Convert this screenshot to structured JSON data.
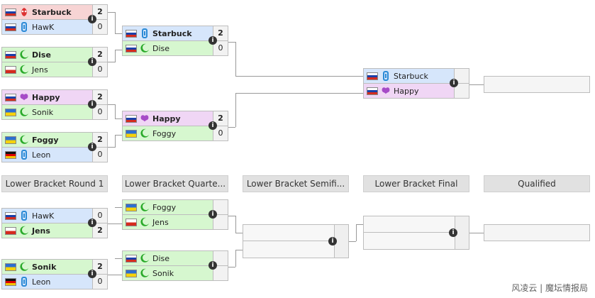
{
  "headers": [
    "Lower Bracket Round 1",
    "Lower Bracket Quarte...",
    "Lower Bracket Semifi...",
    "Lower Bracket Final",
    "Qualified"
  ],
  "colors": {
    "zerg": "#f7d4d4",
    "terran": "#d6e6fb",
    "protoss": "#f0d6f5",
    "zerg2": "#d6f7cf"
  },
  "matches": {
    "u1": [
      {
        "name": "Starbuck",
        "score": "2",
        "flag": "ru",
        "race": "zerg"
      },
      {
        "name": "HawK",
        "score": "0",
        "flag": "ru",
        "race": "terran"
      }
    ],
    "u2": [
      {
        "name": "Dise",
        "score": "2",
        "flag": "ru",
        "race": "zerg2"
      },
      {
        "name": "Jens",
        "score": "0",
        "flag": "cl",
        "race": "zerg2"
      }
    ],
    "u3": [
      {
        "name": "Happy",
        "score": "2",
        "flag": "ru",
        "race": "protoss"
      },
      {
        "name": "Sonik",
        "score": "0",
        "flag": "ua",
        "race": "zerg2"
      }
    ],
    "u4": [
      {
        "name": "Foggy",
        "score": "2",
        "flag": "ua",
        "race": "zerg2"
      },
      {
        "name": "Leon",
        "score": "0",
        "flag": "de",
        "race": "terran"
      }
    ],
    "u5": [
      {
        "name": "Starbuck",
        "score": "2",
        "flag": "ru",
        "race": "terran"
      },
      {
        "name": "Dise",
        "score": "0",
        "flag": "ru",
        "race": "zerg2"
      }
    ],
    "u6": [
      {
        "name": "Happy",
        "score": "2",
        "flag": "ru",
        "race": "protoss"
      },
      {
        "name": "Foggy",
        "score": "0",
        "flag": "ua",
        "race": "zerg2"
      }
    ],
    "u7": [
      {
        "name": "Starbuck",
        "score": "",
        "flag": "si",
        "race": "terran"
      },
      {
        "name": "Happy",
        "score": "",
        "flag": "ru",
        "race": "protoss"
      }
    ],
    "l1": [
      {
        "name": "HawK",
        "score": "0",
        "flag": "ru",
        "race": "terran"
      },
      {
        "name": "Jens",
        "score": "2",
        "flag": "cl",
        "race": "zerg2"
      }
    ],
    "l2": [
      {
        "name": "Sonik",
        "score": "2",
        "flag": "ua",
        "race": "zerg2"
      },
      {
        "name": "Leon",
        "score": "0",
        "flag": "de",
        "race": "terran"
      }
    ],
    "l3": [
      {
        "name": "Foggy",
        "score": "",
        "flag": "ua",
        "race": "zerg2"
      },
      {
        "name": "Jens",
        "score": "",
        "flag": "cl",
        "race": "zerg2"
      }
    ],
    "l4": [
      {
        "name": "Dise",
        "score": "",
        "flag": "ru",
        "race": "zerg2"
      },
      {
        "name": "Sonik",
        "score": "",
        "flag": "ua",
        "race": "zerg2"
      }
    ]
  },
  "info_glyph": "i",
  "watermark": "风凌云 | 魔坛情报局"
}
